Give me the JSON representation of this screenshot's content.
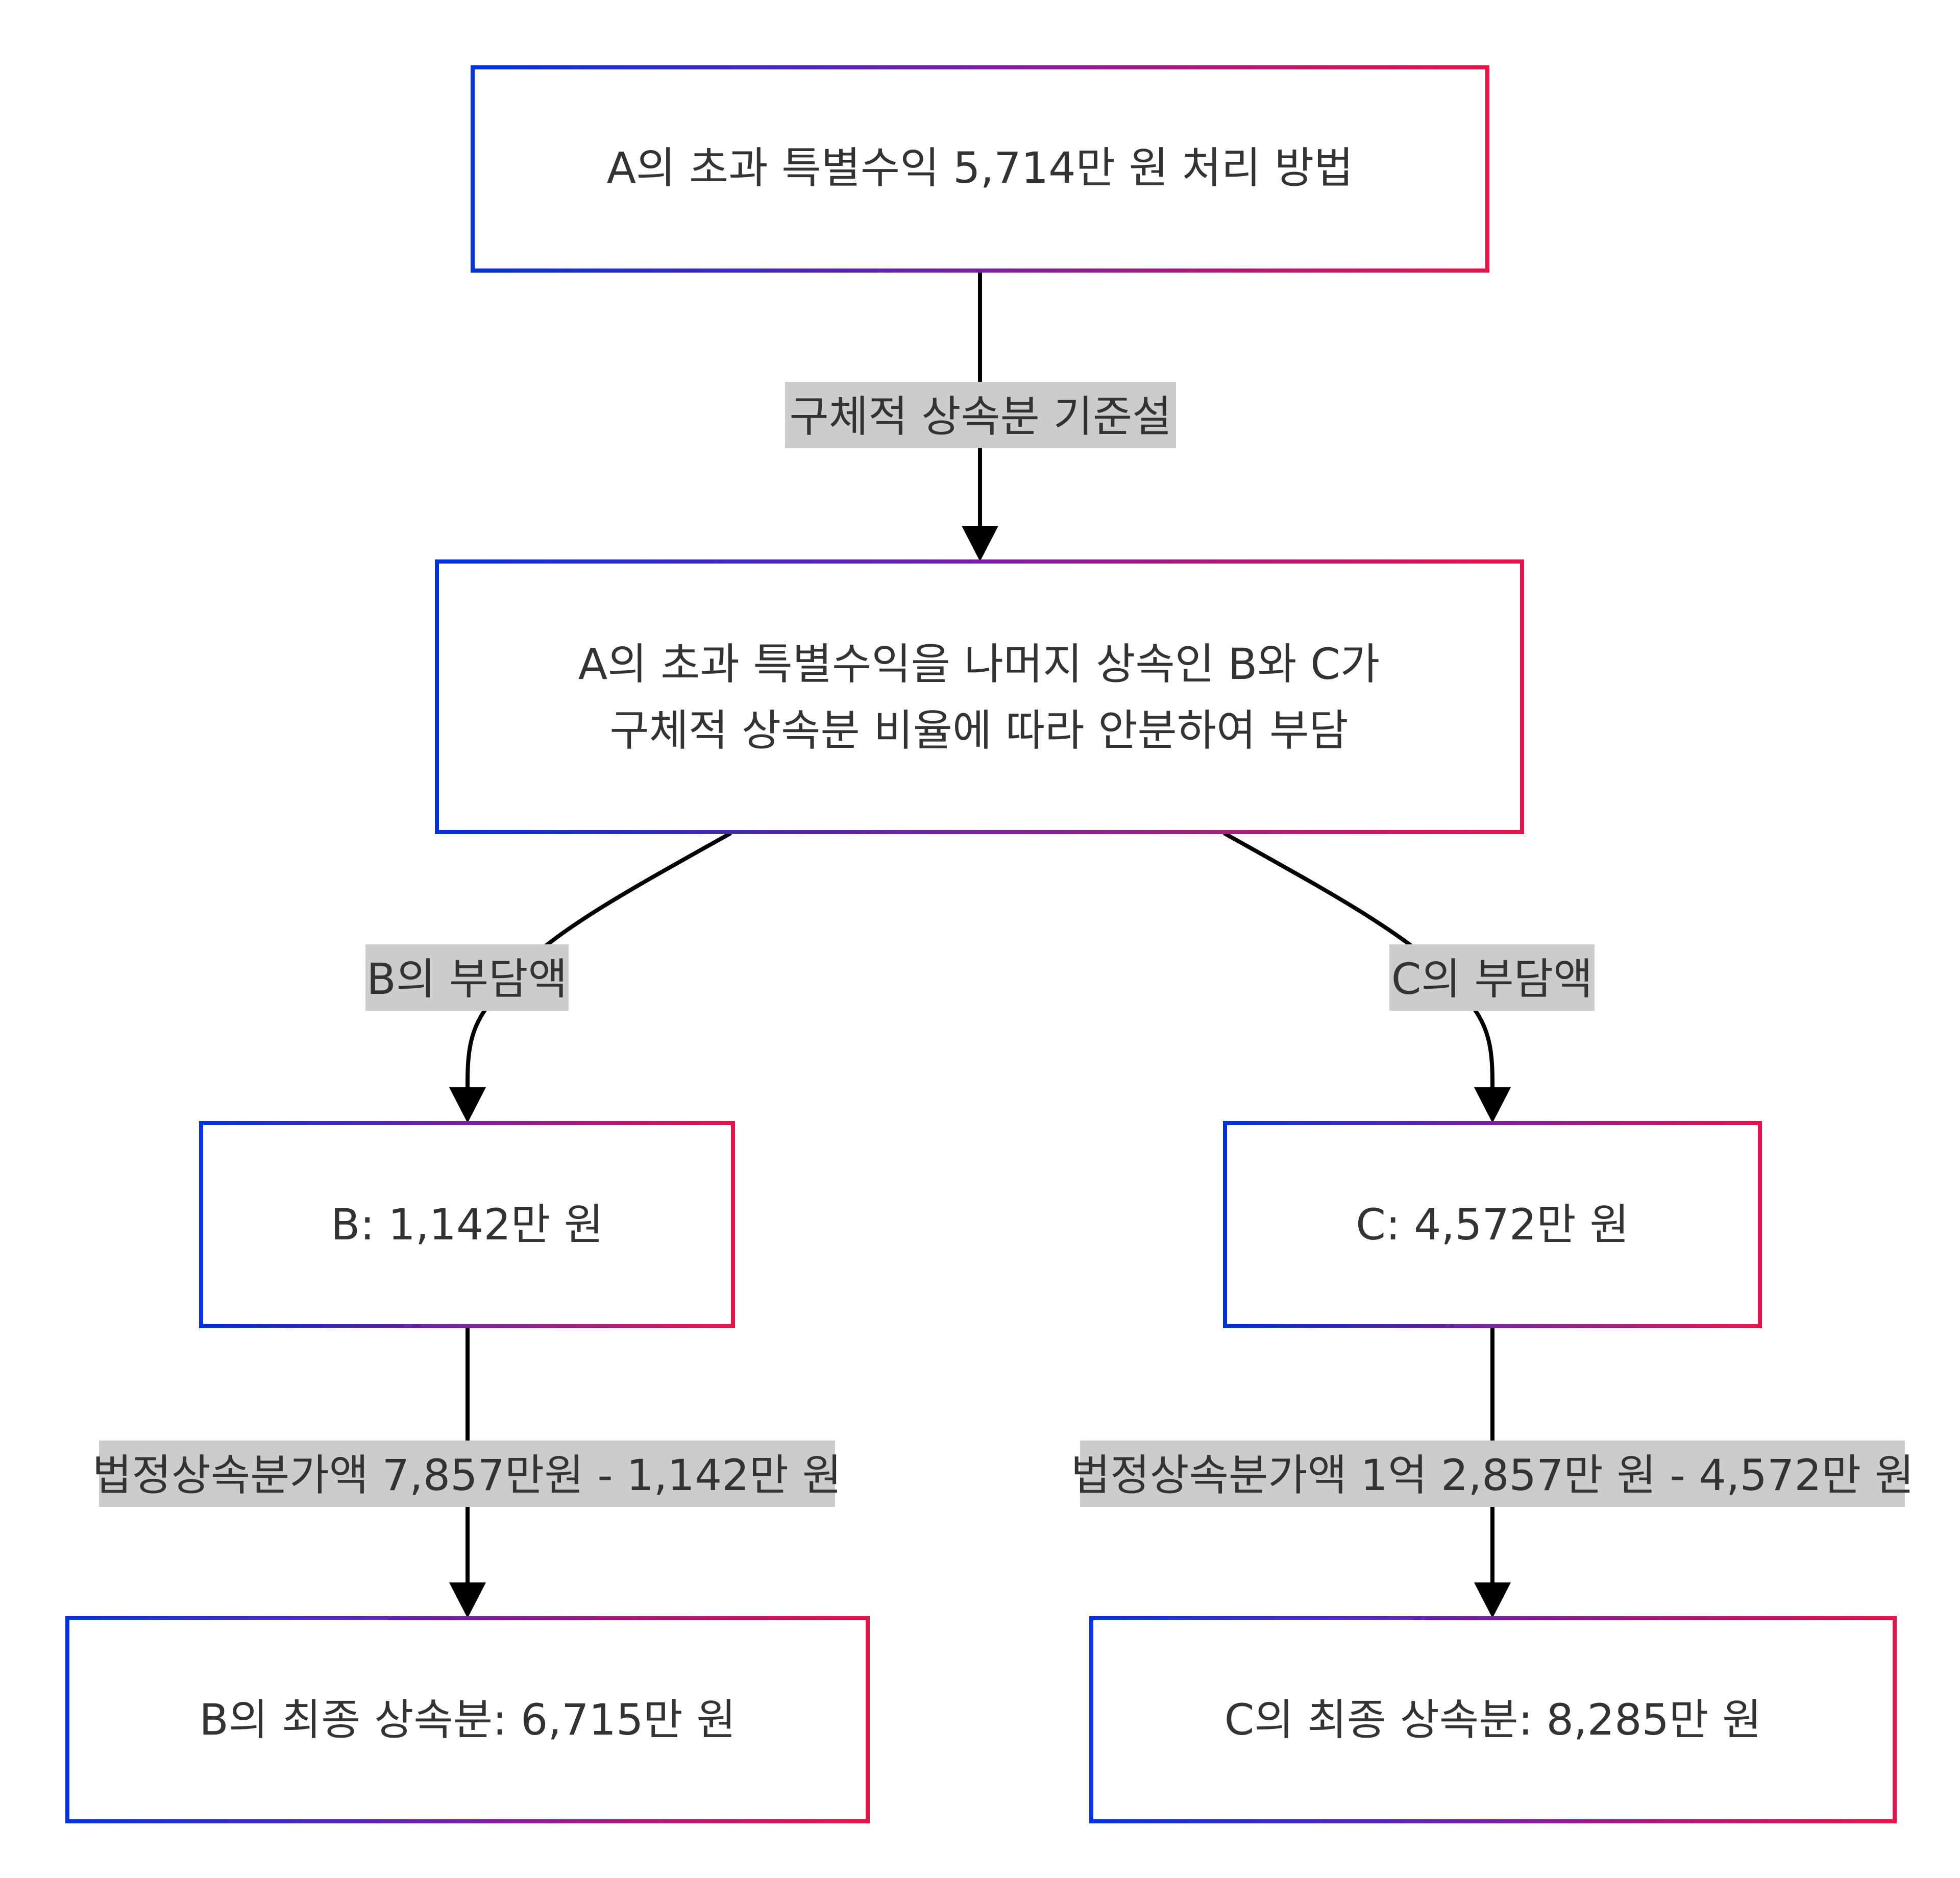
{
  "colors": {
    "node_border_start": "#0033dd",
    "node_border_mid": "#7a1fa2",
    "node_border_end": "#e8124a",
    "edge_label_bg": "#cccccc",
    "text": "#333333",
    "edge": "#000000"
  },
  "nodes": {
    "root": {
      "label": "A의 초과 특별수익 5,714만 원 처리 방법"
    },
    "middle": {
      "line1": "A의 초과 특별수익을 나머지 상속인 B와 C가",
      "line2": "구체적 상속분 비율에 따라 안분하여 부담"
    },
    "b_share": {
      "label": "B: 1,142만 원"
    },
    "c_share": {
      "label": "C: 4,572만 원"
    },
    "b_final": {
      "label": "B의 최종 상속분: 6,715만 원"
    },
    "c_final": {
      "label": "C의 최종 상속분: 8,285만 원"
    }
  },
  "edges": {
    "root_to_middle": {
      "label": "구체적 상속분 기준설"
    },
    "middle_to_b": {
      "label": "B의 부담액"
    },
    "middle_to_c": {
      "label": "C의 부담액"
    },
    "b_to_final": {
      "label": "법정상속분가액 7,857만원 - 1,142만 원"
    },
    "c_to_final": {
      "label": "법정상속분가액 1억 2,857만 원 - 4,572만 원"
    }
  }
}
